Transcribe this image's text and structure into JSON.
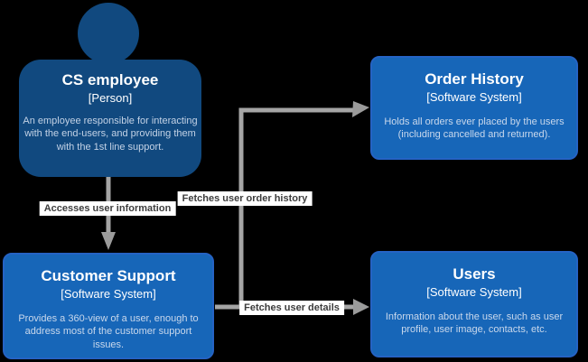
{
  "diagram": {
    "type": "c4-system-context",
    "background_color": "#000000",
    "person": {
      "title": "CS employee",
      "subtitle": "[Person]",
      "description": "An employee responsible for interacting with the end-users, and providing them with the 1st line support.",
      "fill_color": "#11497F",
      "text_color": "#FFFFFF"
    },
    "systems": [
      {
        "title": "Order History",
        "subtitle": "[Software System]",
        "description": "Holds all orders ever placed by the users (including cancelled and returned).",
        "fill_color": "#1766B8",
        "border_color": "#2563C4"
      },
      {
        "title": "Customer Support",
        "subtitle": "[Software System]",
        "description": "Provides a 360-view of a user, enough to address most of the customer support issues.",
        "fill_color": "#1766B8",
        "border_color": "#2563C4"
      },
      {
        "title": "Users",
        "subtitle": "[Software System]",
        "description": "Information about the user, such as user profile, user image, contacts, etc.",
        "fill_color": "#1766B8",
        "border_color": "#2563C4"
      }
    ],
    "relationships": [
      {
        "from": "CS employee",
        "to": "Customer Support",
        "label": "Accesses user information"
      },
      {
        "from": "Customer Support",
        "to": "Order History",
        "label": "Fetches user order history"
      },
      {
        "from": "Customer Support",
        "to": "Users",
        "label": "Fetches user details"
      }
    ],
    "connector_color": "#A5A5A5",
    "label_bg_color": "#FFFFFF",
    "label_text_color": "#3D3D3D"
  }
}
